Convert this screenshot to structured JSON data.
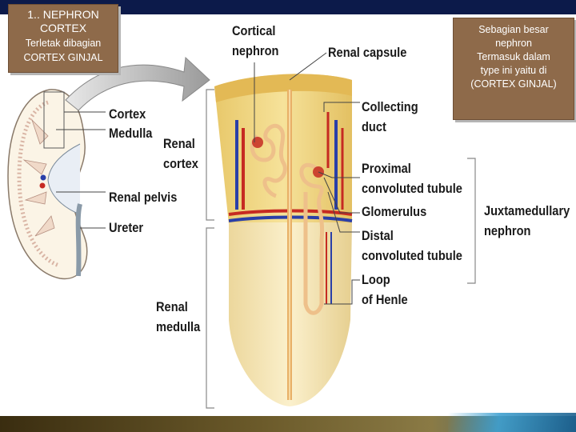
{
  "note_left": {
    "line1": "1.. NEPHRON",
    "line2": "CORTEX",
    "line3": "Terletak dibagian",
    "line4": "CORTEX GINJAL"
  },
  "note_right": {
    "line1": "Sebagian besar",
    "line2": "nephron",
    "line3": "Termasuk dalam",
    "line4": "type ini  yaitu di",
    "line5": "(CORTEX GINJAL)"
  },
  "labels": {
    "cortical_nephron_1": "Cortical",
    "cortical_nephron_2": "nephron",
    "renal_capsule": "Renal capsule",
    "collecting_duct_1": "Collecting",
    "collecting_duct_2": "duct",
    "proximal_1": "Proximal",
    "proximal_2": "convoluted tubule",
    "glomerulus": "Glomerulus",
    "distal_1": "Distal",
    "distal_2": "convoluted tubule",
    "loop_1": "Loop",
    "loop_2": "of Henle",
    "juxta_1": "Juxtamedullary",
    "juxta_2": "nephron",
    "renal_cortex_1": "Renal",
    "renal_cortex_2": "cortex",
    "renal_medulla_1": "Renal",
    "renal_medulla_2": "medulla",
    "cortex": "Cortex",
    "medulla": "Medulla",
    "renal_pelvis": "Renal pelvis",
    "ureter": "Ureter"
  },
  "colors": {
    "note_bg": "#8e6a4a",
    "top_bar": "#0c1a4a",
    "artery": "#c62a22",
    "vein": "#2a3fa8",
    "cortex_tissue": "#f2d98a",
    "medulla_tissue": "#f7e7b5"
  }
}
